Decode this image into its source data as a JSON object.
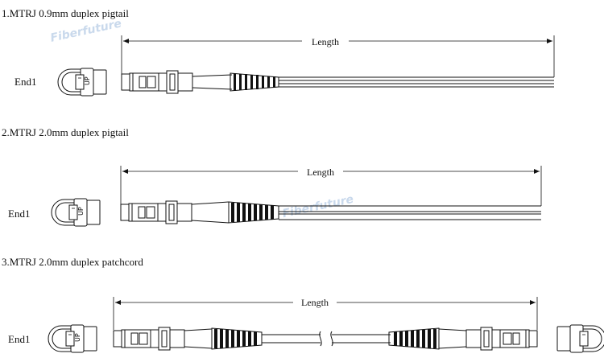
{
  "sections": [
    {
      "title": "1.MTRJ 0.9mm duplex pigtail",
      "end_label": "End1",
      "dimension_label": "Length"
    },
    {
      "title": "2.MTRJ 2.0mm duplex pigtail",
      "end_label": "End1",
      "dimension_label": "Length"
    },
    {
      "title": "3.MTRJ 2.0mm duplex patchcord",
      "end_label": "End1",
      "dimension_label": "Length"
    }
  ],
  "watermark": "Fiberfuture",
  "connector_glyph": "UP"
}
